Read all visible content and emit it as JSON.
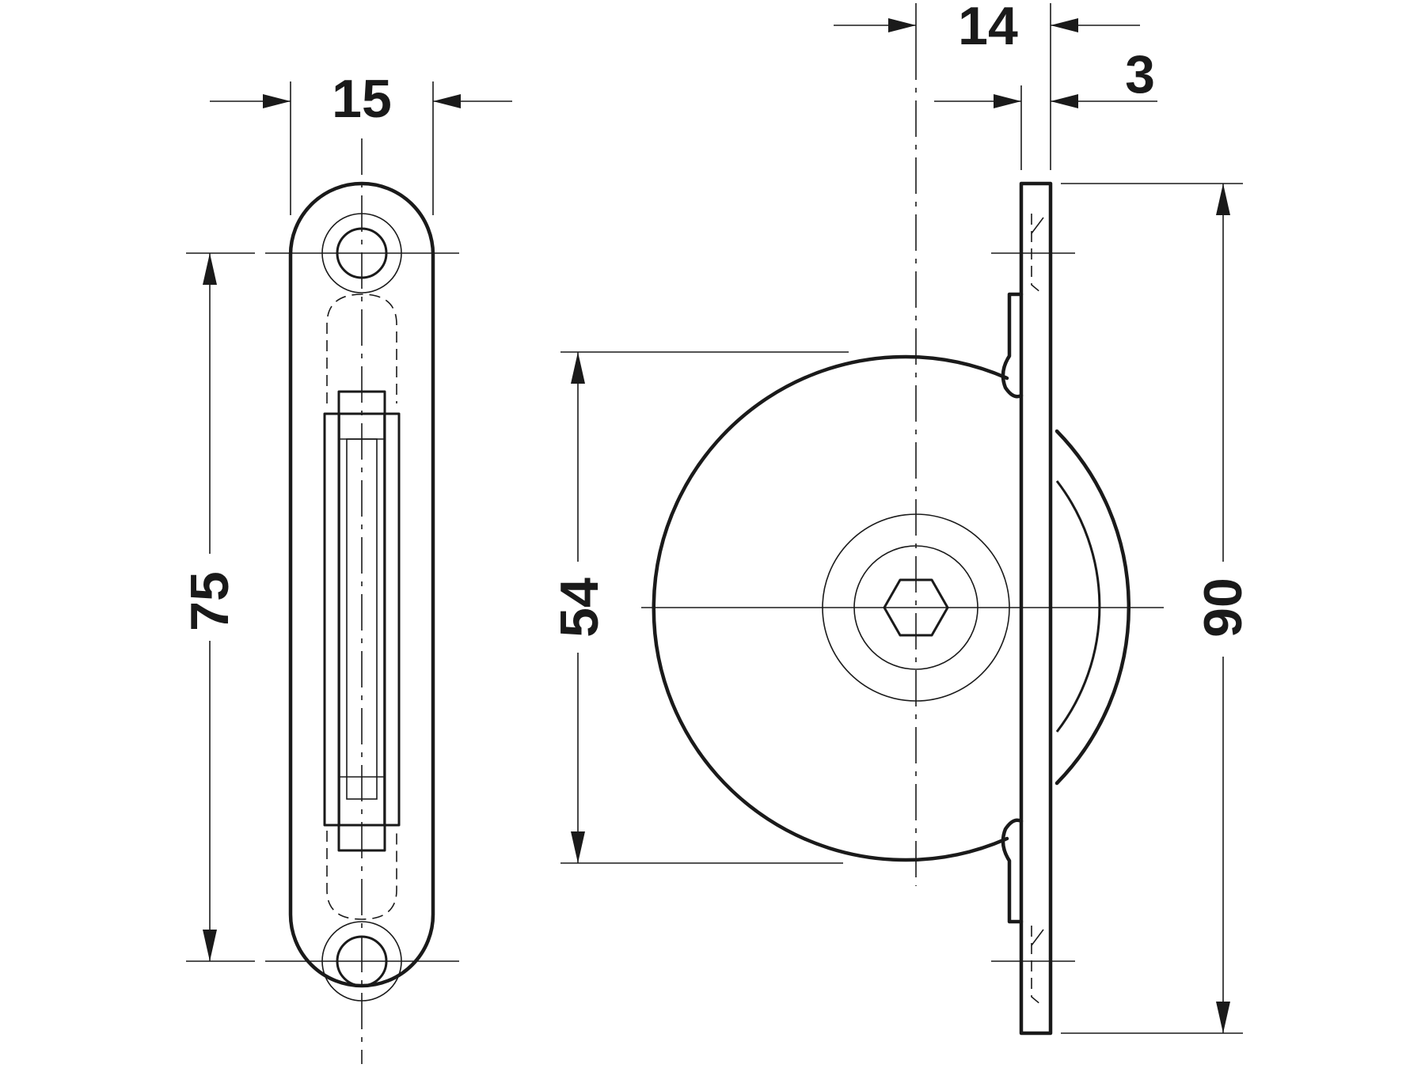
{
  "drawing": {
    "dimensions": {
      "plate_width": "15",
      "hole_spacing": "75",
      "wheel_offset": "14",
      "plate_thickness": "3",
      "wheel_diameter": "54",
      "plate_height": "90"
    }
  }
}
